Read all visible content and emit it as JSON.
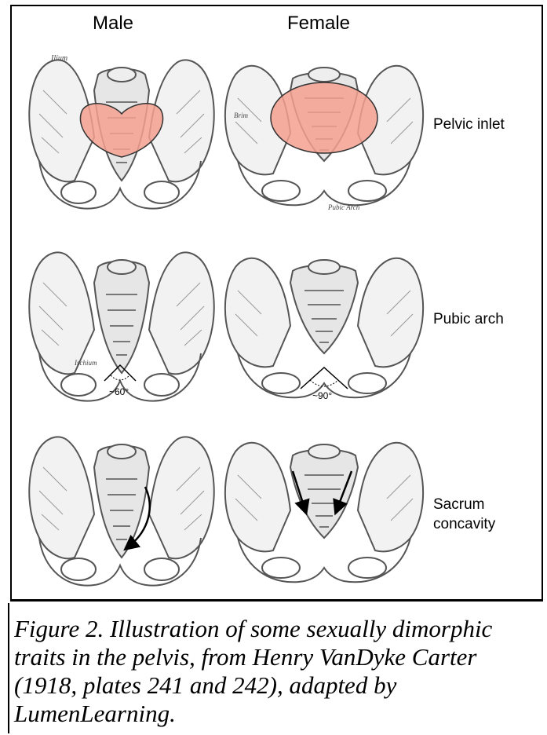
{
  "columns": {
    "male": "Male",
    "female": "Female"
  },
  "rows": [
    {
      "label": "Pelvic inlet"
    },
    {
      "label": "Pubic arch"
    },
    {
      "label": "Sacrum concavity"
    }
  ],
  "row3_lines": [
    "Sacrum",
    "concavity"
  ],
  "angles": {
    "male": "~60°",
    "female": "~90°"
  },
  "bone_text": {
    "ilium": "Ilium",
    "brim": "Brim",
    "ischium": "Ischium",
    "pubic_arch": "Pubic Arch"
  },
  "colors": {
    "inlet_fill": "#f4a090",
    "bone_outline": "#555555",
    "bone_fill": "#f2f2f2"
  },
  "caption": "Figure 2. Illustration of some sexually dimorphic traits in the pelvis, from Henry VanDyke Carter (1918, plates 241 and 242), adapted by LumenLearning."
}
